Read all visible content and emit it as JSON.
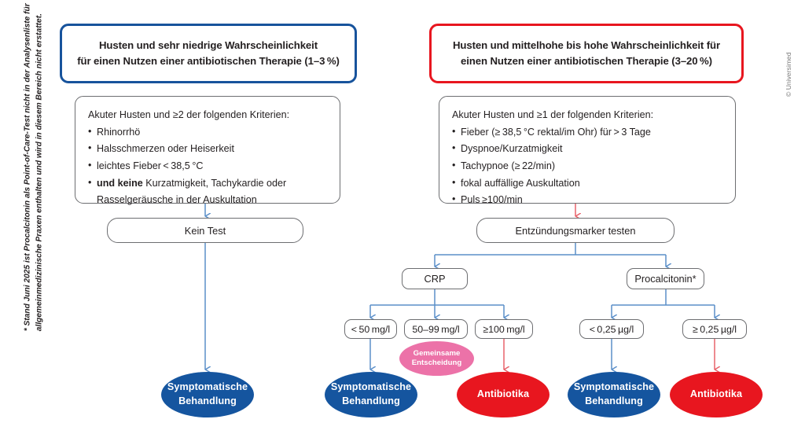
{
  "meta": {
    "copyright": "© Universimed",
    "footnote": "* Stand Juni 2025 ist Procalcitonin als Point-of-Care-Test nicht in der Analysenliste für allgemeinmedizinische Praxen enthalten und wird in diesem Bereich nicht erstattet."
  },
  "colors": {
    "blue": "#15559f",
    "header_blue": "#17539c",
    "red": "#e8161f",
    "pink": "#ec72a8",
    "connector_blue": "#5b8fc9",
    "connector_red": "#e8626a",
    "box_border_gray": "#6d6e71"
  },
  "branches": {
    "left": {
      "header": {
        "line1": "Husten und sehr niedrige Wahrscheinlichkeit",
        "line2": "für einen Nutzen einer antibiotischen Therapie (1–3 %)"
      },
      "criteria": {
        "intro": "Akuter Husten und ≥2 der folgenden Kriterien:",
        "items": [
          {
            "bold": "",
            "text": "Rhinorrhö"
          },
          {
            "bold": "",
            "text": "Halsschmerzen oder Heiserkeit"
          },
          {
            "bold": "",
            "text": "leichtes Fieber < 38,5 °C"
          },
          {
            "bold": "und keine",
            "text": " Kurzatmigkeit, Tachykardie oder Rasselgeräusche in der Auskultation"
          }
        ]
      },
      "action": "Kein Test",
      "outcome": {
        "line1": "Symptomatische",
        "line2": "Behandlung"
      }
    },
    "right": {
      "header": {
        "line1": "Husten und mittelhohe bis hohe Wahrscheinlichkeit für",
        "line2": "einen Nutzen einer antibiotischen Therapie (3–20 %)"
      },
      "criteria": {
        "intro": "Akuter Husten und ≥1 der folgenden Kriterien:",
        "items": [
          {
            "bold": "",
            "text": "Fieber (≥ 38,5 °C rektal/im Ohr) für > 3 Tage"
          },
          {
            "bold": "",
            "text": "Dyspnoe/Kurzatmigkeit"
          },
          {
            "bold": "",
            "text": "Tachypnoe (≥ 22/min)"
          },
          {
            "bold": "",
            "text": "fokal auffällige Auskultation"
          },
          {
            "bold": "",
            "text": "Puls ≥100/min"
          }
        ]
      },
      "action": "Entzündungsmarker testen",
      "tests": {
        "crp": {
          "label": "CRP",
          "thresholds": [
            {
              "label": "< 50 mg/l",
              "outcome_color": "blue"
            },
            {
              "label": "50–99 mg/l",
              "outcome_color": "shared"
            },
            {
              "label": "≥100 mg/l",
              "outcome_color": "red"
            }
          ]
        },
        "pct": {
          "label": "Procalcitonin*",
          "thresholds": [
            {
              "label": "< 0,25 µg/l",
              "outcome_color": "blue"
            },
            {
              "label": "≥ 0,25 µg/l",
              "outcome_color": "red"
            }
          ]
        }
      }
    }
  },
  "outcomes": {
    "symptomatic": {
      "line1": "Symptomatische",
      "line2": "Behandlung"
    },
    "antibiotics": {
      "line1": "Antibiotika",
      "line2": ""
    },
    "shared": {
      "line1": "Gemeinsame",
      "line2": "Entscheidung"
    }
  }
}
